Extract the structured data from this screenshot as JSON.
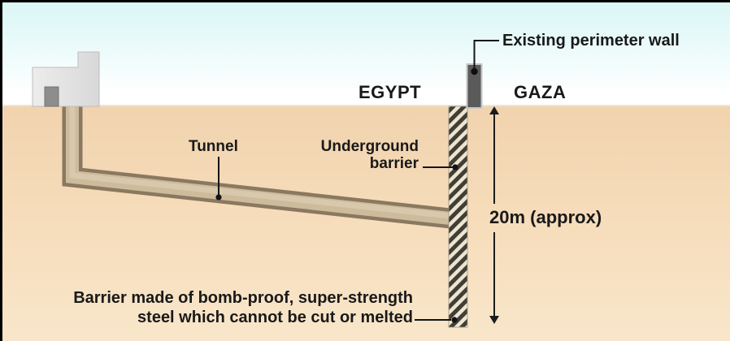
{
  "regions": {
    "left_country": "EGYPT",
    "right_country": "GAZA"
  },
  "callouts": {
    "perimeter_wall": "Existing perimeter wall",
    "tunnel": "Tunnel",
    "underground_barrier": [
      "Underground",
      "barrier"
    ],
    "depth": "20m (approx)",
    "barrier_note": [
      "Barrier made of bomb-proof, super-strength",
      "steel which cannot be cut or melted"
    ]
  },
  "colors": {
    "sky_cyan": "#daf6f5",
    "sand": "#f6dcba",
    "wall_gray": "#5a5a5a",
    "barrier_hatch_dark": "#403f37",
    "barrier_hatch_light": "#efe5cf",
    "tunnel_edge_brown": "#8a7960",
    "tunnel_fill_tan": "#cdbb9c",
    "building_gray": "#e6e6e6",
    "text": "#191919",
    "frame_black": "#000000"
  }
}
